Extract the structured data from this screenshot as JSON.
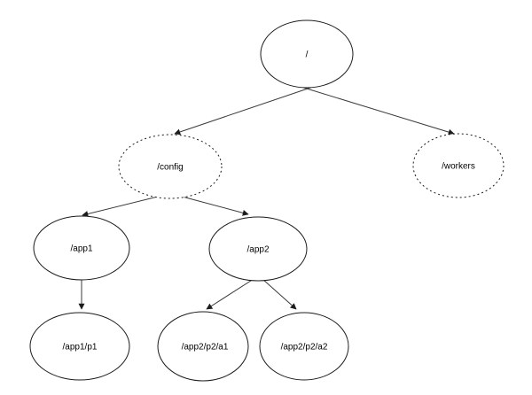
{
  "diagram": {
    "type": "tree",
    "background": "#ffffff",
    "node_stroke_color": "#1c1c1c",
    "edge_stroke_color": "#3a3a3a",
    "text_color": "#000000"
  },
  "nodes": [
    {
      "id": "root",
      "label": "/",
      "border": "solid"
    },
    {
      "id": "config",
      "label": "/config",
      "border": "dotted"
    },
    {
      "id": "workers",
      "label": "/workers",
      "border": "dotted"
    },
    {
      "id": "app1",
      "label": "/app1",
      "border": "solid"
    },
    {
      "id": "app2",
      "label": "/app2",
      "border": "solid"
    },
    {
      "id": "app1-p1",
      "label": "/app1/p1",
      "border": "solid"
    },
    {
      "id": "app2-p2-a1",
      "label": "/app2/p2/a1",
      "border": "solid"
    },
    {
      "id": "app2-p2-a2",
      "label": "/app2/p2/a2",
      "border": "solid"
    }
  ],
  "edges": [
    {
      "from": "/",
      "to": "/config"
    },
    {
      "from": "/",
      "to": "/workers"
    },
    {
      "from": "/config",
      "to": "/app1"
    },
    {
      "from": "/config",
      "to": "/app2"
    },
    {
      "from": "/app1",
      "to": "/app1/p1"
    },
    {
      "from": "/app2",
      "to": "/app2/p2/a1"
    },
    {
      "from": "/app2",
      "to": "/app2/p2/a2"
    }
  ]
}
